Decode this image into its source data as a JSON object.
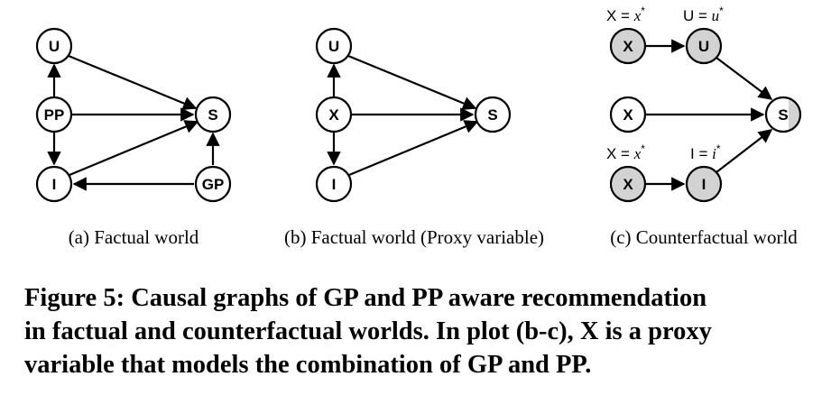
{
  "panels": [
    {
      "subcaption": "(a) Factual world"
    },
    {
      "subcaption": "(b) Factual world (Proxy variable)"
    },
    {
      "subcaption": "(c) Counterfactual world"
    }
  ],
  "nodes": {
    "a_U": "U",
    "a_PP": "PP",
    "a_I": "I",
    "a_S": "S",
    "a_GP": "GP",
    "b_U": "U",
    "b_X": "X",
    "b_I": "I",
    "b_S": "S",
    "c_X1": "X",
    "c_U": "U",
    "c_X2": "X",
    "c_S": "S",
    "c_X3": "X",
    "c_I": "I"
  },
  "annotations": {
    "x_eq_label": "X = ",
    "x_star": "x",
    "u_eq_label": "U = ",
    "u_star": "u",
    "i_eq_label": "I = ",
    "i_star": "i",
    "star": "*"
  },
  "caption": {
    "line1": "Figure 5: Causal graphs of GP and PP aware recommendation",
    "line2": "in factual and counterfactual worlds. In plot (b-c), X is a proxy",
    "line3": "variable that models the combination of GP and PP."
  },
  "colors": {
    "treated_node_fill": "#d3d3d3",
    "stroke": "#000000"
  }
}
